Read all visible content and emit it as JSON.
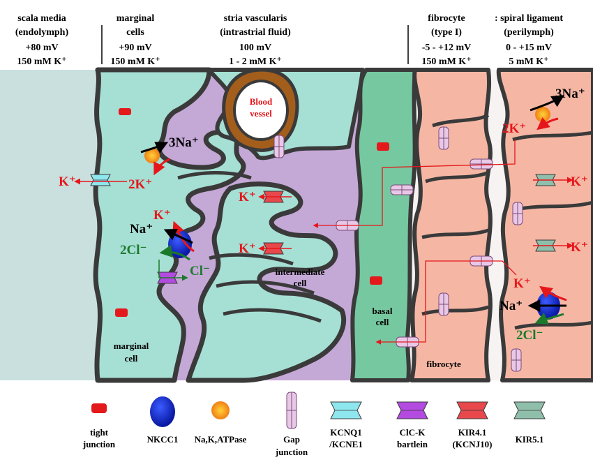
{
  "header": {
    "scala_media": [
      "scala media",
      "(endolymph)",
      "+80 mV",
      "150 mM K⁺"
    ],
    "marginal_cells": [
      "marginal",
      "cells",
      "+90 mV",
      "150 mM K⁺"
    ],
    "stria_vascularis": [
      "stria vascularis",
      "(intrastrial fluid)",
      "100 mV",
      "1 - 2 mM K⁺"
    ],
    "fibrocyte": [
      "fibrocyte",
      "(type I)",
      "-5 - +12 mV",
      "150 mM K⁺"
    ],
    "spiral_ligament": [
      ": spiral ligament",
      "(perilymph)",
      "0 - +15 mV",
      "5 mM K⁺"
    ]
  },
  "labels": {
    "blood_vessel": [
      "Blood",
      "vessel"
    ],
    "intermediate_cell": [
      "intermediate",
      "cell"
    ],
    "marginal_cell": [
      "marginal",
      "cell"
    ],
    "basal_cell": [
      "basal",
      "cell"
    ],
    "fibrocyte": "fibrocyte"
  },
  "ions": {
    "k": "K⁺",
    "na": "Na⁺",
    "two_k": "2K⁺",
    "three_na": "3Na⁺",
    "two_cl": "2Cl⁻",
    "cl": "Cl⁻"
  },
  "legend": [
    {
      "key": "tight_junction",
      "lines": [
        "tight",
        "junction"
      ],
      "color": "#e3191c"
    },
    {
      "key": "nkcc1",
      "lines": [
        "NKCC1"
      ],
      "color": "#1a2fd6"
    },
    {
      "key": "nakatpase",
      "lines": [
        "Na,K,ATPase"
      ],
      "color": "#f39a1e"
    },
    {
      "key": "gap_junction",
      "lines": [
        "Gap",
        "junction"
      ],
      "color": "#e8c8e6"
    },
    {
      "key": "kcnq1",
      "lines": [
        "KCNQ1",
        "/KCNE1"
      ],
      "color": "#8ee6ee"
    },
    {
      "key": "clck",
      "lines": [
        "ClC-K",
        "bartlein"
      ],
      "color": "#b44be0"
    },
    {
      "key": "kir41",
      "lines": [
        "KIR4.1",
        "(KCNJ10)"
      ],
      "color": "#e8484c"
    },
    {
      "key": "kir51",
      "lines": [
        "KIR5.1"
      ],
      "color": "#8fbfaa"
    }
  ],
  "colors": {
    "endolymph": "#c9e0de",
    "marginal": "#a6dfd4",
    "intrastrial": "#c4a8d6",
    "basal": "#76c8a0",
    "fibrocyte": "#f5b7a4",
    "membrane": "#3a3a3a",
    "k_arrow": "#e5171b",
    "cl_arrow": "#1b7a2a"
  }
}
